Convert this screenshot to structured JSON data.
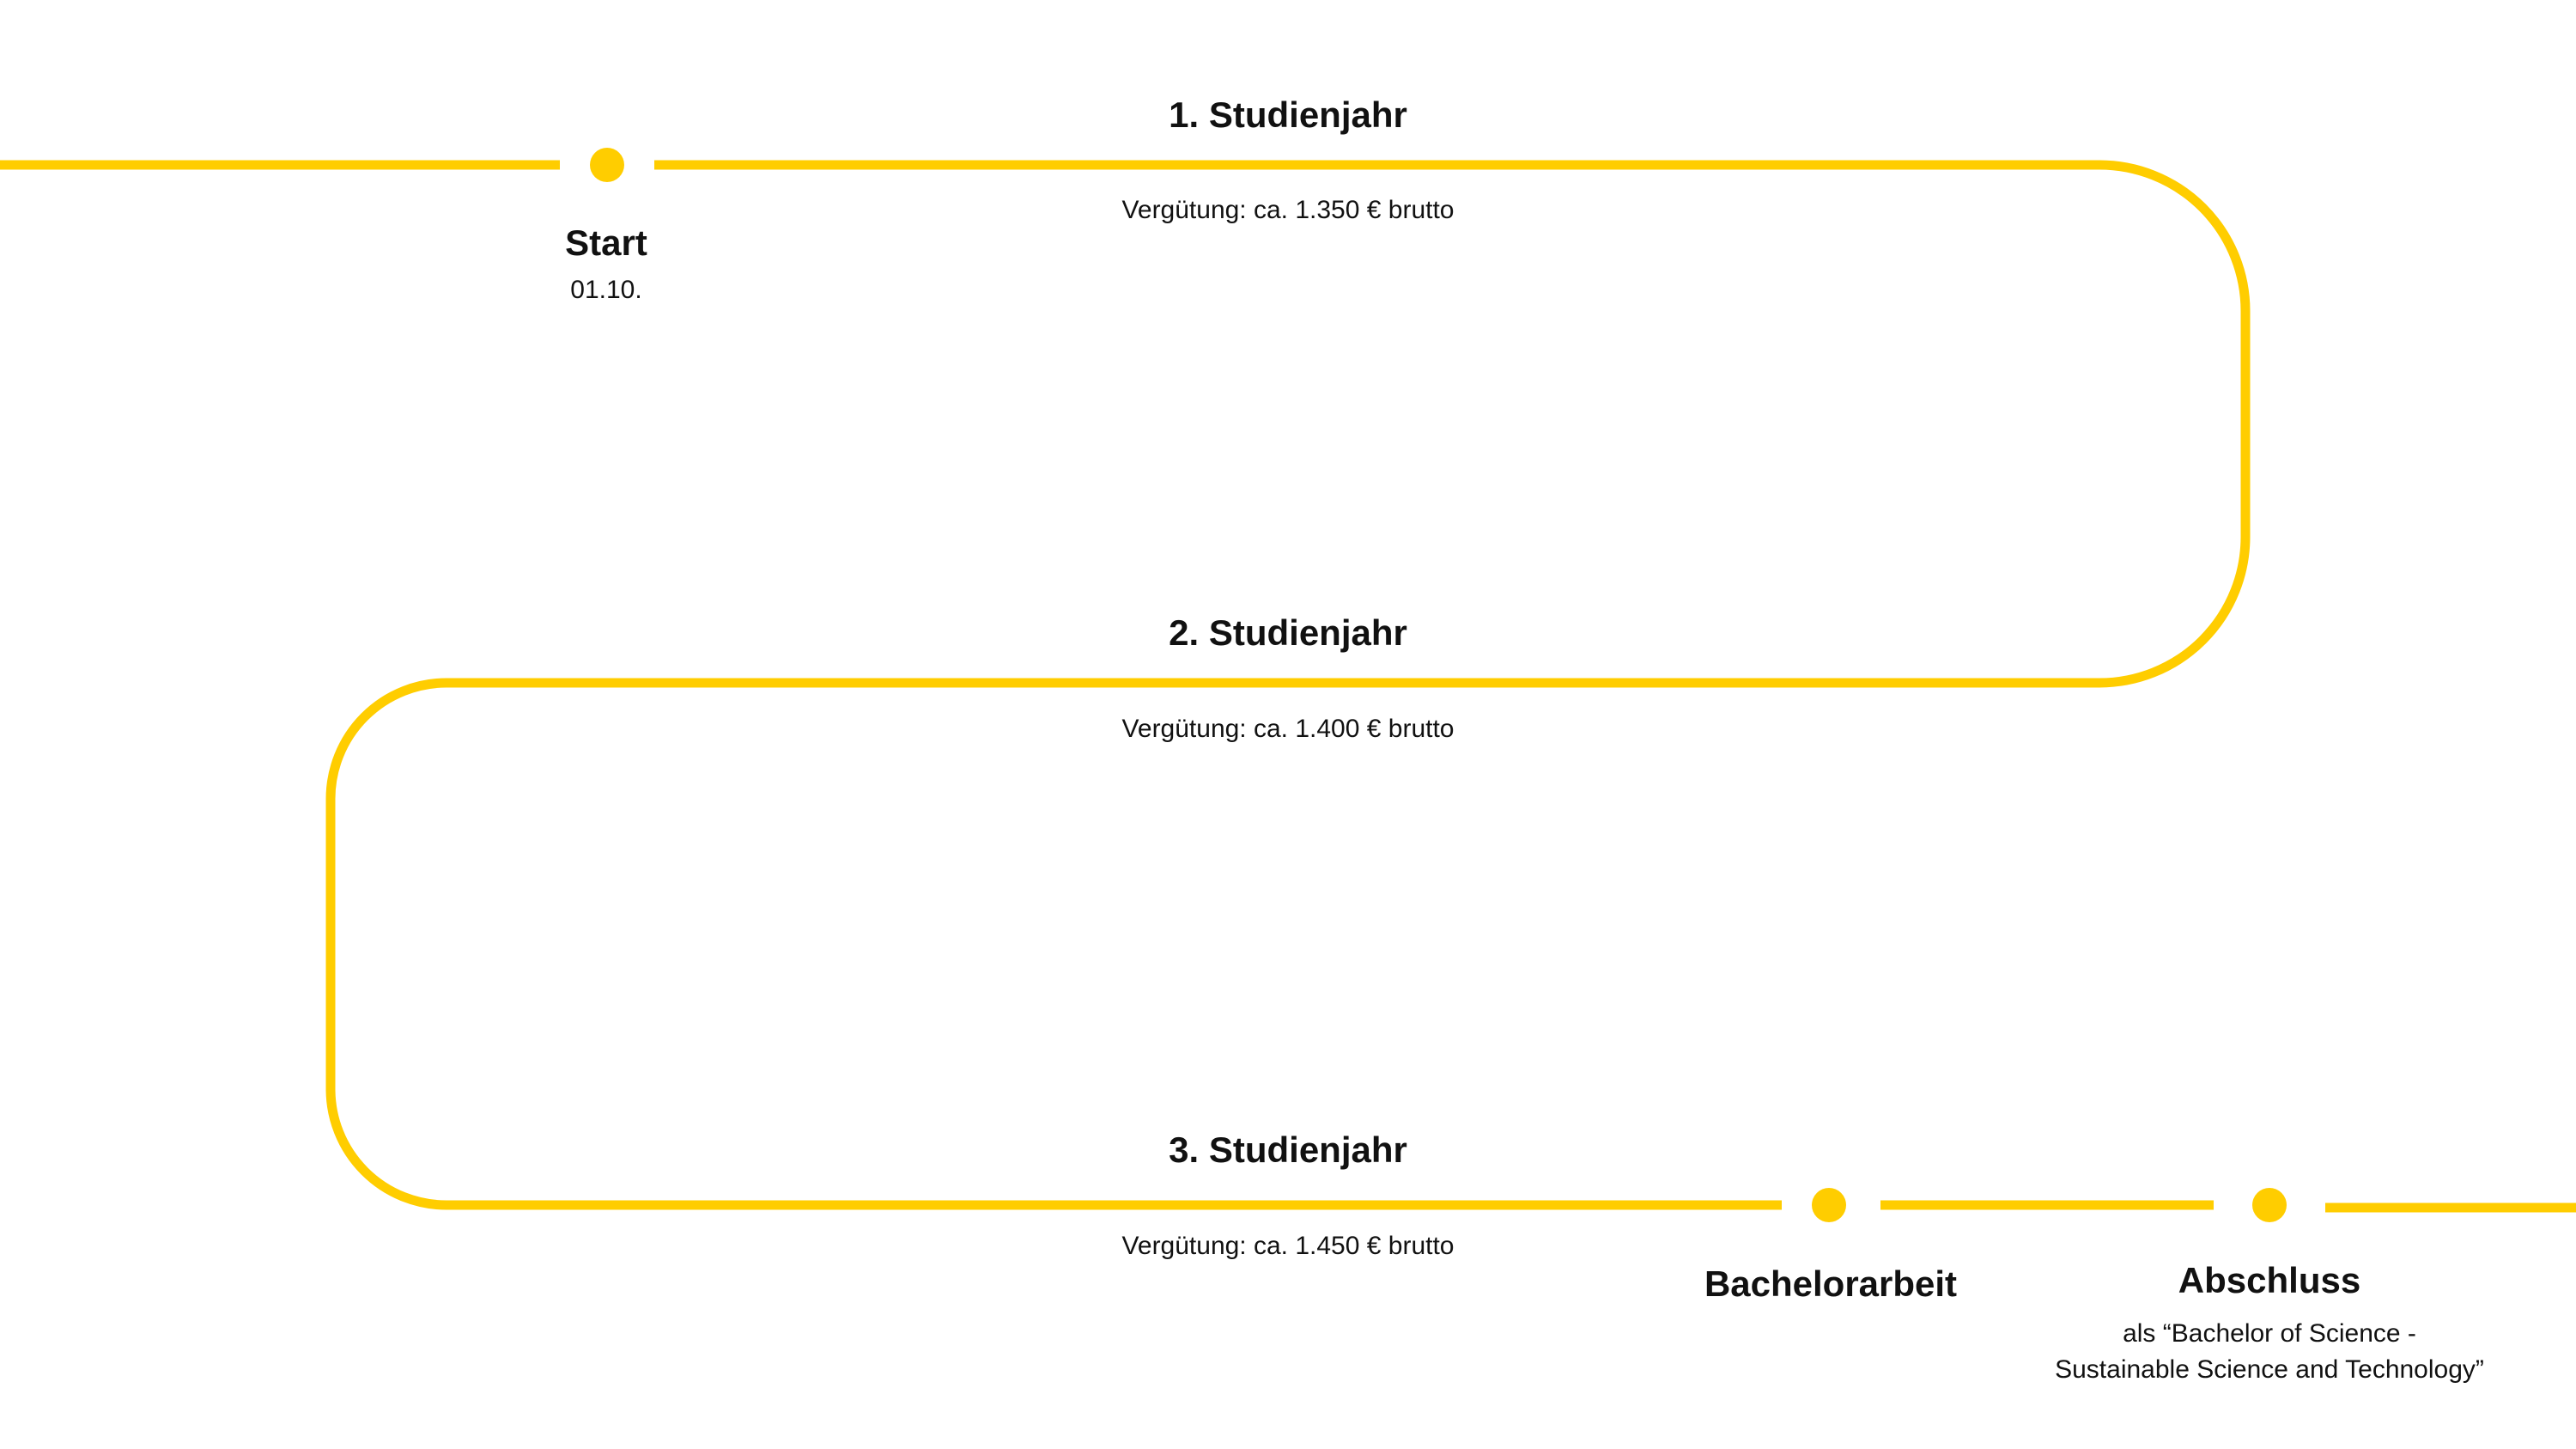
{
  "colors": {
    "track": "#FFCD00",
    "text": "#111111",
    "background": "#FFFFFF"
  },
  "years": [
    {
      "title": "1. Studienjahr",
      "salary": "Vergütung: ca. 1.350 € brutto"
    },
    {
      "title": "2. Studienjahr",
      "salary": "Vergütung: ca. 1.400 € brutto"
    },
    {
      "title": "3. Studienjahr",
      "salary": "Vergütung: ca. 1.450 € brutto"
    }
  ],
  "milestones": {
    "start": {
      "title": "Start",
      "date": "01.10."
    },
    "bachelorarbeit": {
      "title": "Bachelorarbeit"
    },
    "abschluss": {
      "title": "Abschluss",
      "description_line1": "als “Bachelor of Science -",
      "description_line2": "Sustainable Science and Technology”"
    }
  }
}
